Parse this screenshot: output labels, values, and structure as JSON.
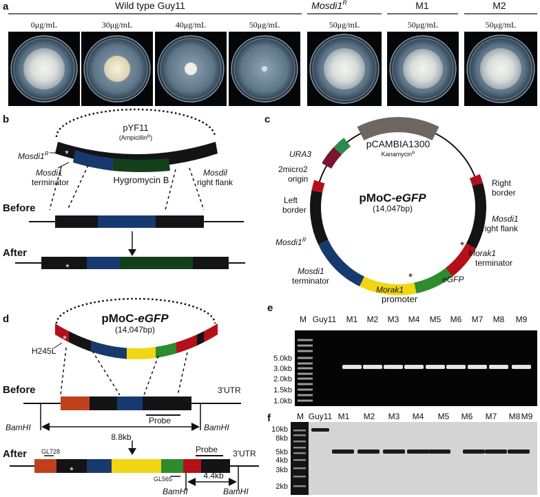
{
  "panel_labels": {
    "a": "a",
    "b": "b",
    "c": "c",
    "d": "d",
    "e": "e",
    "f": "f"
  },
  "panel_a": {
    "group_wild": "Wild type Guy11",
    "group_mosdi": "Mosdi1",
    "group_mosdi_sup": "R",
    "group_m1": "M1",
    "group_m2": "M2",
    "plates": [
      {
        "conc": "0μg/mL"
      },
      {
        "conc": "30μg/mL"
      },
      {
        "conc": "40μg/mL"
      },
      {
        "conc": "50μg/mL"
      },
      {
        "conc": "50μg/mL"
      },
      {
        "conc": "50μg/mL"
      },
      {
        "conc": "50μg/mL"
      }
    ]
  },
  "panel_b": {
    "plasmid": "pYF11",
    "plasmid_sub": "(Ampicillin",
    "plasmid_sub_sup": "R",
    "plasmid_sub_end": ")",
    "mosdi1r": "Mosdi1",
    "mosdi1r_sup": "R",
    "terminator_gene": "Mosdi1",
    "terminator_word": "terminator",
    "hygromycin": "Hygromycin B",
    "right_gene": "Mosdil",
    "right_word": "right flank",
    "before": "Before",
    "after": "After",
    "star": "*"
  },
  "panel_c": {
    "backbone": "pCAMBIA1300",
    "kan": "Kanamycin",
    "kan_sup": "R",
    "title_a": "pMoC-",
    "title_b": "eGFP",
    "size": "(14,047bp)",
    "ura3": "URA3",
    "twomicro_1": "2micro2",
    "twomicro_2": "origin",
    "right_border_1": "Right",
    "right_border_2": "border",
    "left_border_1": "Left",
    "left_border_2": "border",
    "mosdi_rf_1": "Mosdi1",
    "mosdi_rf_2": "right flank",
    "mosdi1r": "Mosdi1",
    "mosdi1r_sup": "R",
    "morak_term_1": "Morak1",
    "morak_term_2": "terminator",
    "mosdi_term_1": "Mosdi1",
    "mosdi_term_2": "terminator",
    "egfp": "eGFP",
    "morak_prom_1": "Morak1",
    "morak_prom_2": "promoter",
    "star": "*"
  },
  "panel_d": {
    "title_a": "pMoC-",
    "title_b": "eGFP",
    "size": "(14,047bp)",
    "h245l": "H245L",
    "before": "Before",
    "after": "After",
    "utr_before": "3'UTR",
    "utr_after": "3'UTR",
    "bamhi": "BamHI",
    "probe": "Probe",
    "dist_88": "8.8kb",
    "dist_44": "4.4kb",
    "gl728": "GL728",
    "gl565": "GL565",
    "star": "*"
  },
  "panel_e": {
    "lanes": [
      "M",
      "Guy11",
      "M1",
      "M2",
      "M3",
      "M4",
      "M5",
      "M6",
      "M7",
      "M8",
      "M9"
    ],
    "markers": [
      "5.0kb",
      "3.0kb",
      "2.0kb",
      "1.5kb",
      "1.0kb"
    ]
  },
  "panel_f": {
    "lanes": [
      "M",
      "Guy11",
      "M1",
      "M2",
      "M3",
      "M4",
      "M5",
      "M6",
      "M7",
      "M8",
      "M9"
    ],
    "markers": [
      "10kb",
      "8kb",
      "5kb",
      "4kb",
      "3kb",
      "2kb"
    ]
  },
  "colors": {
    "black_seg": "#141416",
    "blue_seg": "#173a6e",
    "green_seg": "#143f1c",
    "red_seg": "#b3101a",
    "yellow_seg": "#f0d614",
    "egfp_green": "#2e8b2e",
    "grey_seg": "#6e6660",
    "ura3_green": "#2c8b4c",
    "maroon_seg": "#7a1530",
    "orange_seg": "#c0401c"
  }
}
